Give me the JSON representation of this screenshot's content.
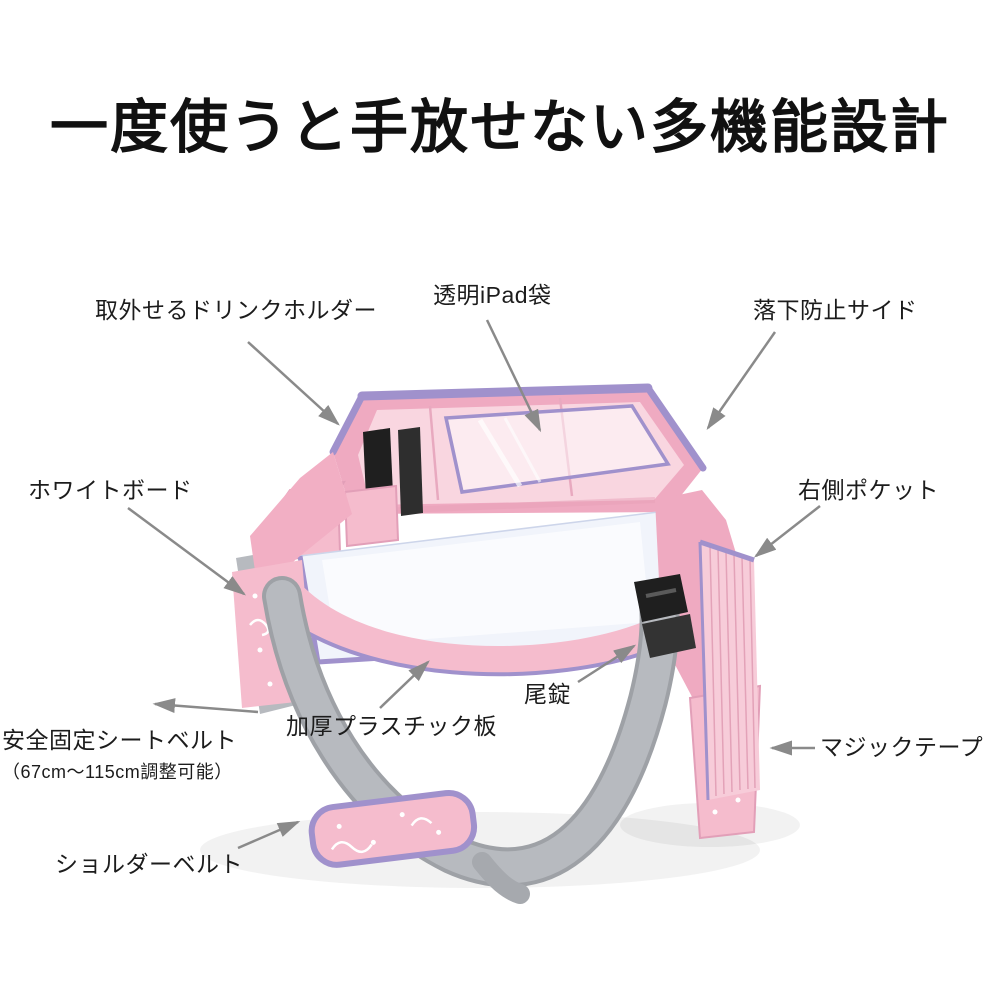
{
  "page": {
    "title": "一度使うと手放せない多機能設計"
  },
  "colors": {
    "title_text": "#111111",
    "label_text": "#1c1c1c",
    "arrow": "#8a8a8a",
    "fabric_pink": "#f5bccd",
    "fabric_pink_light": "#f9d6e0",
    "fabric_pink_deep": "#efaac1",
    "trim_purple": "#a091cc",
    "surface_white": "#f1f4fb",
    "mesh_pink": "#f7ccd9",
    "belt_gray": "#b7babf",
    "buckle_black": "#1f1f1f"
  },
  "labels": [
    {
      "id": "drink-holder",
      "text": "取外せるドリンクホルダー"
    },
    {
      "id": "ipad-pocket",
      "text": "透明iPad袋"
    },
    {
      "id": "fall-guard",
      "text": "落下防止サイド"
    },
    {
      "id": "whiteboard",
      "text": "ホワイトボード"
    },
    {
      "id": "right-pocket",
      "text": "右側ポケット"
    },
    {
      "id": "seatbelt",
      "text": "安全固定シートベルト",
      "subtext": "（67cm〜115cm調整可能）"
    },
    {
      "id": "plastic-board",
      "text": "加厚プラスチック板"
    },
    {
      "id": "buckle",
      "text": "尾錠"
    },
    {
      "id": "velcro",
      "text": "マジックテープ"
    },
    {
      "id": "shoulder-belt",
      "text": "ショルダーベルト"
    }
  ]
}
